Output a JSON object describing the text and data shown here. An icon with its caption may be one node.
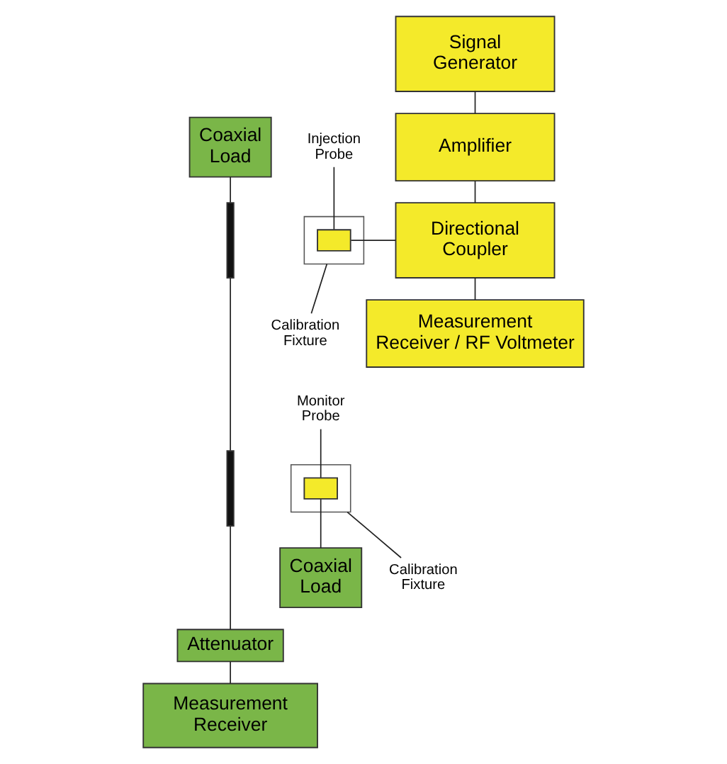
{
  "diagram": {
    "nodes": [
      {
        "text": [
          "Signal Generator"
        ]
      },
      {
        "text": [
          "Coaxial Load"
        ]
      },
      {
        "text": [
          "Amplifier"
        ]
      },
      {
        "text": [
          "Injection Probe"
        ]
      },
      {
        "text": [],
        "shape": "box"
      },
      {
        "text": [],
        "shape": "box",
        "in": 4
      },
      {
        "text": [],
        "shape": "bar"
      },
      {
        "text": [
          "Directional Coupler"
        ]
      },
      {
        "text": [
          "Calibration Fixture"
        ]
      },
      {
        "text": [
          "Monitor Probe"
        ]
      },
      {
        "text": [],
        "shape": "box"
      },
      {
        "text": [],
        "shape": "box",
        "in": 10
      },
      {
        "text": [],
        "shape": "bar"
      },
      {
        "text": [
          "Measurement Receiver / RF Voltmeter"
        ]
      },
      {
        "text": [
          "Calibration Fixture"
        ]
      },
      {
        "text": [
          "Coaxial Load"
        ]
      },
      {
        "text": [
          "Attenuator"
        ]
      },
      {
        "text": [
          "Measurement Receiver"
        ]
      }
    ],
    "edges": [
      {
        "from": 0,
        "to": 2,
        "arrow": "none"
      },
      {
        "from": 2,
        "to": 7,
        "arrow": "none"
      },
      {
        "from": 7,
        "to": 13,
        "arrow": "none"
      },
      {
        "from": 1,
        "to": 6,
        "arrow": "none"
      },
      {
        "from": 6,
        "to": 12,
        "arrow": "none"
      },
      {
        "from": 12,
        "to": 16,
        "arrow": "none"
      },
      {
        "from": 16,
        "to": 17,
        "arrow": "none"
      },
      {
        "from": 5,
        "to": 7,
        "arrow": "none"
      },
      {
        "from": 11,
        "to": 15,
        "arrow": "none"
      },
      {
        "from": 3,
        "to": 5,
        "arrow": "none"
      },
      {
        "from": 8,
        "to": 4,
        "arrow": "none"
      },
      {
        "from": 9,
        "to": 11,
        "arrow": "none"
      },
      {
        "from": 14,
        "to": 10,
        "arrow": "none"
      }
    ]
  }
}
